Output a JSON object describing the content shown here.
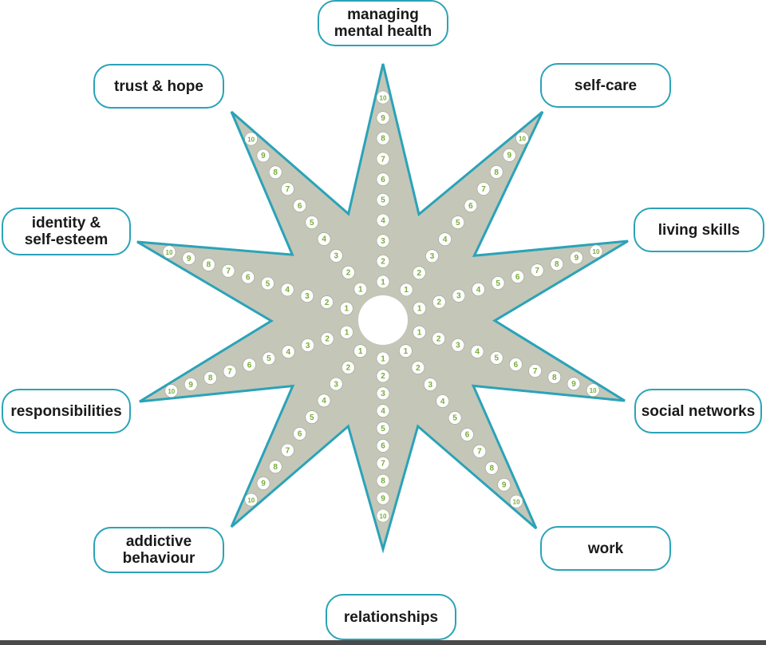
{
  "center_hub": "",
  "outcome_areas": [
    {
      "id": "managing-mental-health",
      "label": "managing\nmental health"
    },
    {
      "id": "self-care",
      "label": "self-care"
    },
    {
      "id": "living-skills",
      "label": "living skills"
    },
    {
      "id": "social-networks",
      "label": "social networks"
    },
    {
      "id": "work",
      "label": "work"
    },
    {
      "id": "relationships",
      "label": "relationships"
    },
    {
      "id": "addictive-behaviour",
      "label": "addictive\nbehaviour"
    },
    {
      "id": "responsibilities",
      "label": "responsibilities"
    },
    {
      "id": "identity-self-esteem",
      "label": "identity &\nself-esteem"
    },
    {
      "id": "trust-hope",
      "label": "trust & hope"
    }
  ],
  "scale": [
    "1",
    "2",
    "3",
    "4",
    "5",
    "6",
    "7",
    "8",
    "9",
    "10"
  ],
  "colors": {
    "star_fill": "#c4c6b8",
    "star_stroke": "#2aa3b8",
    "box_border": "#2aa3b8",
    "scale_dot_fill": "#ffffff",
    "scale_dot_text": "#7aac3c",
    "label_text": "#1a1a1a"
  }
}
